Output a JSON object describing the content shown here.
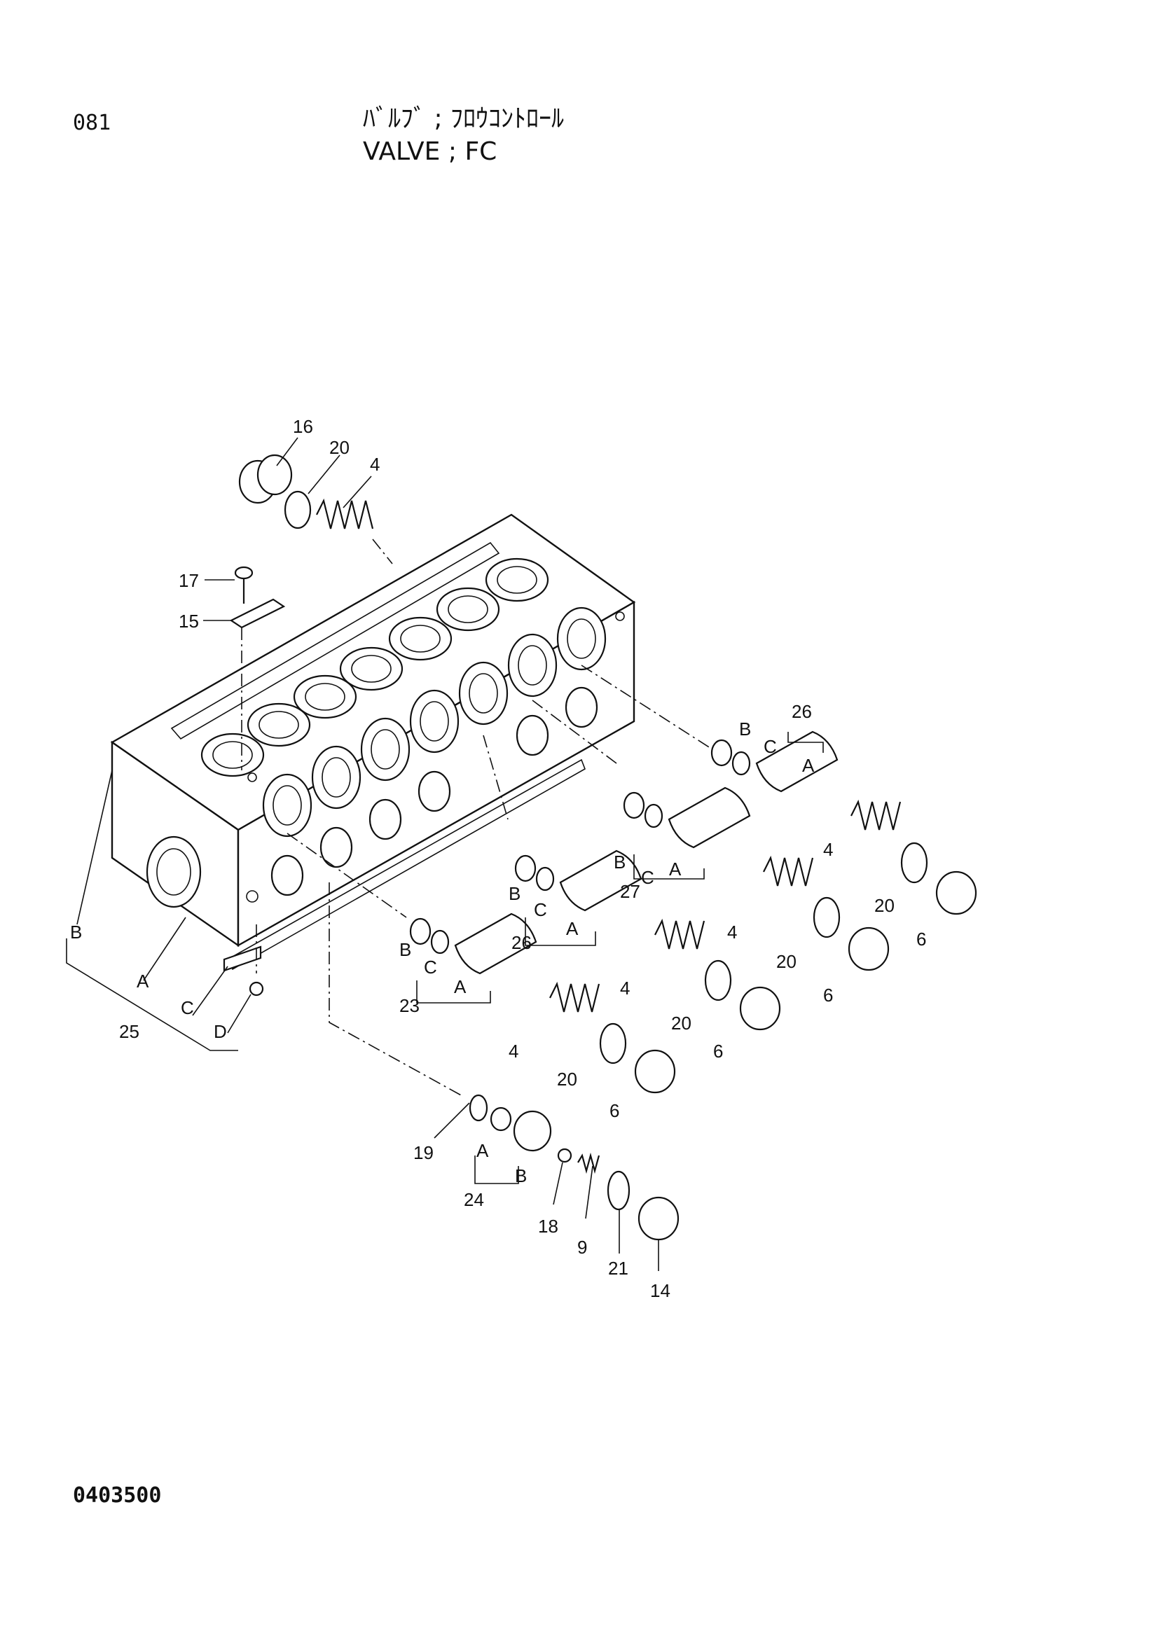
{
  "header": {
    "page_number": "081",
    "title_jp": "ﾊﾞﾙﾌﾞ ; ﾌﾛｳｺﾝﾄﾛｰﾙ",
    "title_en": "VALVE ; FC"
  },
  "footer": {
    "doc_code": "0403500"
  },
  "callouts": [
    {
      "id": "c16",
      "text": "16"
    },
    {
      "id": "c20a",
      "text": "20"
    },
    {
      "id": "c4a",
      "text": "4"
    },
    {
      "id": "c17",
      "text": "17"
    },
    {
      "id": "c15",
      "text": "15"
    },
    {
      "id": "c26a",
      "text": "26"
    },
    {
      "id": "c26aB",
      "text": "B"
    },
    {
      "id": "c26aC",
      "text": "C"
    },
    {
      "id": "c26aA",
      "text": "A"
    },
    {
      "id": "c4b",
      "text": "4"
    },
    {
      "id": "c20b",
      "text": "20"
    },
    {
      "id": "c6a",
      "text": "6"
    },
    {
      "id": "c27",
      "text": "27"
    },
    {
      "id": "c27B",
      "text": "B"
    },
    {
      "id": "c27C",
      "text": "C"
    },
    {
      "id": "c27A",
      "text": "A"
    },
    {
      "id": "c4c",
      "text": "4"
    },
    {
      "id": "c20c",
      "text": "20"
    },
    {
      "id": "c6b",
      "text": "6"
    },
    {
      "id": "c26b",
      "text": "26"
    },
    {
      "id": "c26bB",
      "text": "B"
    },
    {
      "id": "c26bC",
      "text": "C"
    },
    {
      "id": "c26bA",
      "text": "A"
    },
    {
      "id": "c4d",
      "text": "4"
    },
    {
      "id": "c20d",
      "text": "20"
    },
    {
      "id": "c6c",
      "text": "6"
    },
    {
      "id": "c23",
      "text": "23"
    },
    {
      "id": "c23B",
      "text": "B"
    },
    {
      "id": "c23C",
      "text": "C"
    },
    {
      "id": "c23A",
      "text": "A"
    },
    {
      "id": "c4e",
      "text": "4"
    },
    {
      "id": "c20e",
      "text": "20"
    },
    {
      "id": "c6d",
      "text": "6"
    },
    {
      "id": "c25",
      "text": "25"
    },
    {
      "id": "c25B",
      "text": "B"
    },
    {
      "id": "c25A",
      "text": "A"
    },
    {
      "id": "c25C",
      "text": "C"
    },
    {
      "id": "c25D",
      "text": "D"
    },
    {
      "id": "c19",
      "text": "19"
    },
    {
      "id": "c24",
      "text": "24"
    },
    {
      "id": "c24A",
      "text": "A"
    },
    {
      "id": "c24B",
      "text": "B"
    },
    {
      "id": "c18",
      "text": "18"
    },
    {
      "id": "c9",
      "text": "9"
    },
    {
      "id": "c21",
      "text": "21"
    },
    {
      "id": "c14",
      "text": "14"
    }
  ]
}
